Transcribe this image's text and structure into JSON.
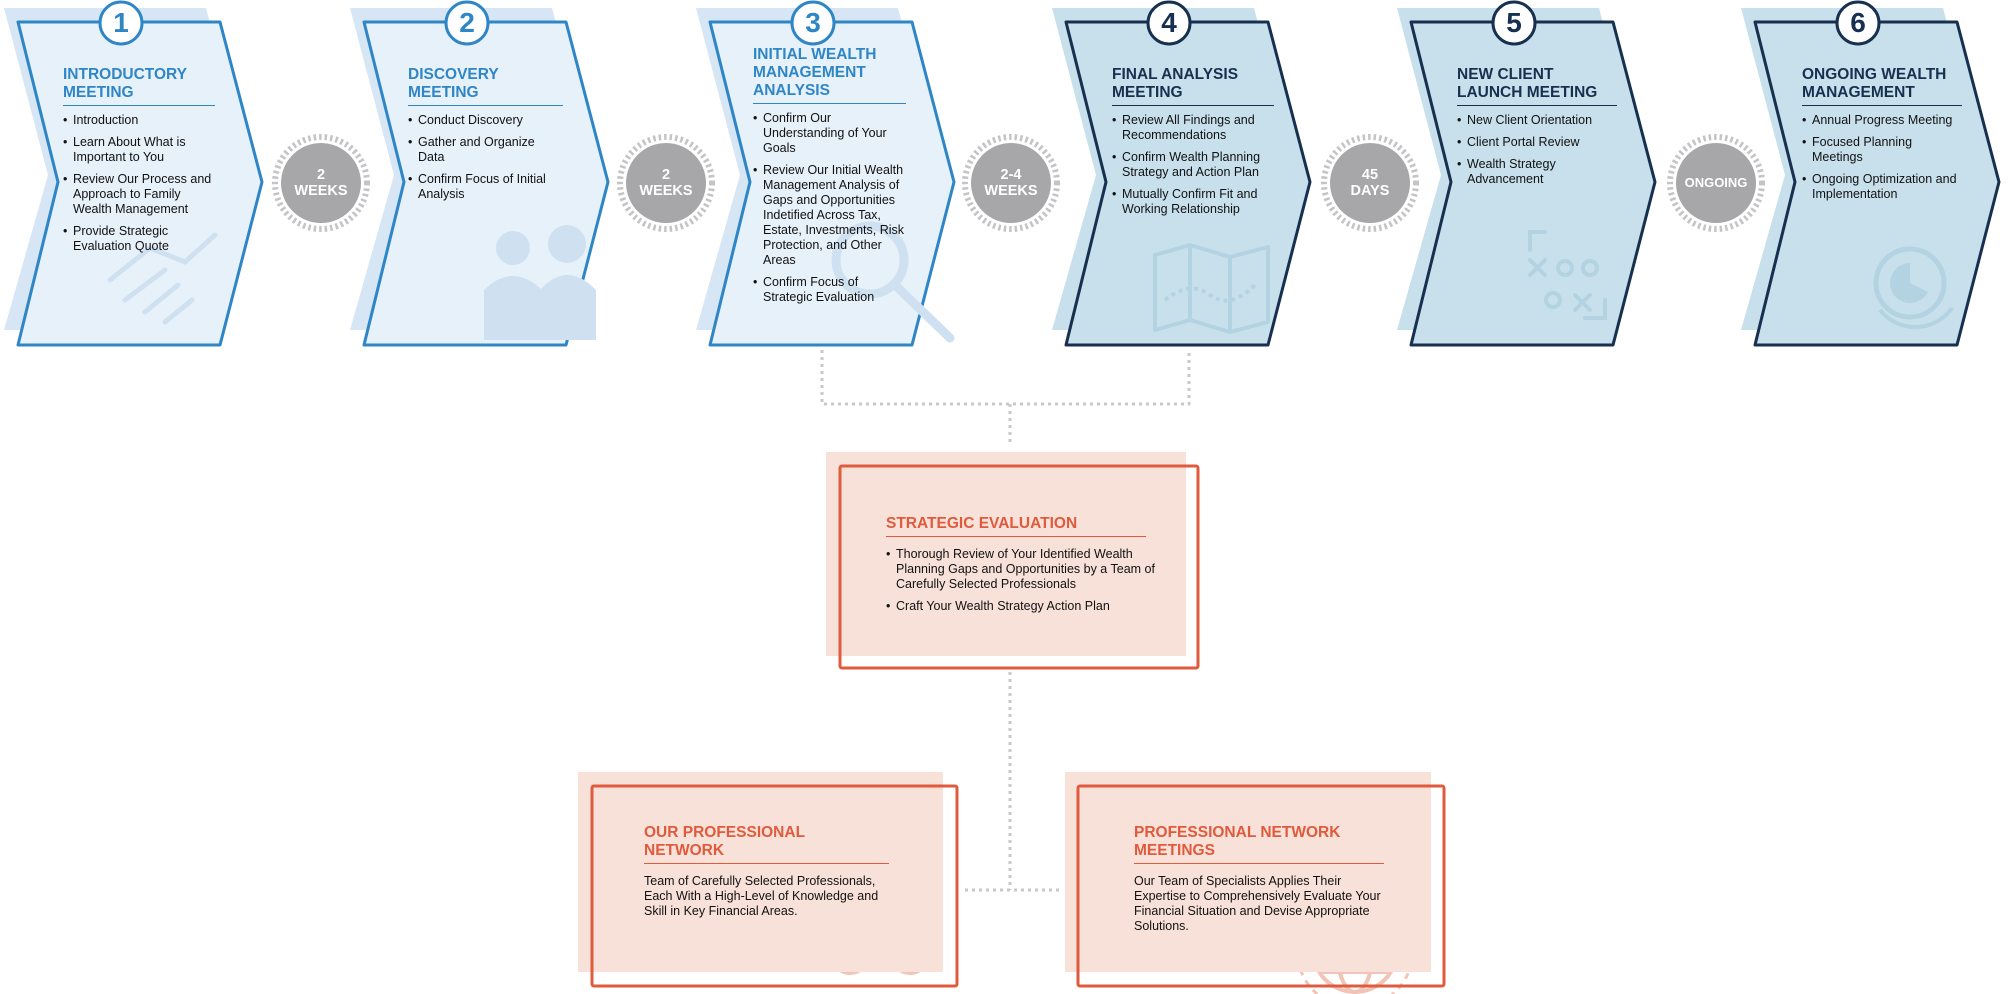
{
  "steps": [
    {
      "number": "1",
      "title": "INTRODUCTORY MEETING",
      "bullets": [
        "Introduction",
        "Learn About What is Important to You",
        "Review Our Process and Approach to Family Wealth Management",
        "Provide Strategic Evaluation Quote"
      ]
    },
    {
      "number": "2",
      "title": "DISCOVERY MEETING",
      "bullets": [
        "Conduct Discovery",
        "Gather and Organize Data",
        "Confirm Focus of Initial Analysis"
      ]
    },
    {
      "number": "3",
      "title": "INITIAL WEALTH MANAGEMENT ANALYSIS",
      "bullets": [
        "Confirm Our Understanding of Your Goals",
        "Review Our Initial Wealth Management Analysis of Gaps and Opportunities Indetified Across Tax, Estate, Investments, Risk Protection, and Other Areas",
        "Confirm Focus of Strategic Evaluation"
      ]
    },
    {
      "number": "4",
      "title": "FINAL ANALYSIS MEETING",
      "bullets": [
        "Review All Findings and Recommendations",
        "Confirm Wealth Planning Strategy and Action Plan",
        "Mutually Confirm Fit and Working Relationship"
      ]
    },
    {
      "number": "5",
      "title": "NEW CLIENT LAUNCH MEETING",
      "bullets": [
        "New Client Orientation",
        "Client Portal Review",
        "Wealth Strategy Advancement"
      ]
    },
    {
      "number": "6",
      "title": "ONGOING WEALTH MANAGEMENT",
      "bullets": [
        "Annual Progress Meeting",
        "Focused Planning Meetings",
        "Ongoing Optimization and Implementation"
      ]
    }
  ],
  "durations": [
    {
      "line1": "2",
      "line2": "WEEKS"
    },
    {
      "line1": "2",
      "line2": "WEEKS"
    },
    {
      "line1": "2-4",
      "line2": "WEEKS"
    },
    {
      "line1": "45",
      "line2": "DAYS"
    },
    {
      "line1": "ONGOING",
      "line2": ""
    }
  ],
  "strategic_evaluation": {
    "title": "STRATEGIC EVALUATION",
    "bullets": [
      "Thorough Review of Your Identified Wealth Planning Gaps and Opportunities by a Team of Carefully Selected Professionals",
      "Craft Your Wealth Strategy Action Plan"
    ]
  },
  "professional_network": {
    "title": "OUR PROFESSIONAL NETWORK",
    "body": "Team of Carefully Selected Professionals, Each With a High-Level of Knowledge and Skill in Key Financial Areas."
  },
  "network_meetings": {
    "title": "PROFESSIONAL NETWORK MEETINGS",
    "body": "Our Team of Specialists Applies Their Expertise to Comprehensively Evaluate Your Financial Situation and Devise Appropriate Solutions."
  },
  "colors": {
    "light_blue": "#2f86c6",
    "light_fill": "#e7f1fa",
    "light_shadow": "#d6e6f4",
    "navy": "#17304f",
    "dark_fill": "#c7e0ec",
    "dark_shadow": "#b3d3e3",
    "gray_badge": "#a7a7aa",
    "coral": "#e05a3c",
    "coral_fill": "#f8e1d9"
  },
  "icons": [
    "handshake-icon",
    "family-icon",
    "magnifier-icon",
    "map-icon",
    "strategy-play-icon",
    "pie-chart-cycle-icon",
    "strategy-play-icon",
    "person-network-icon",
    "globe-icon"
  ]
}
